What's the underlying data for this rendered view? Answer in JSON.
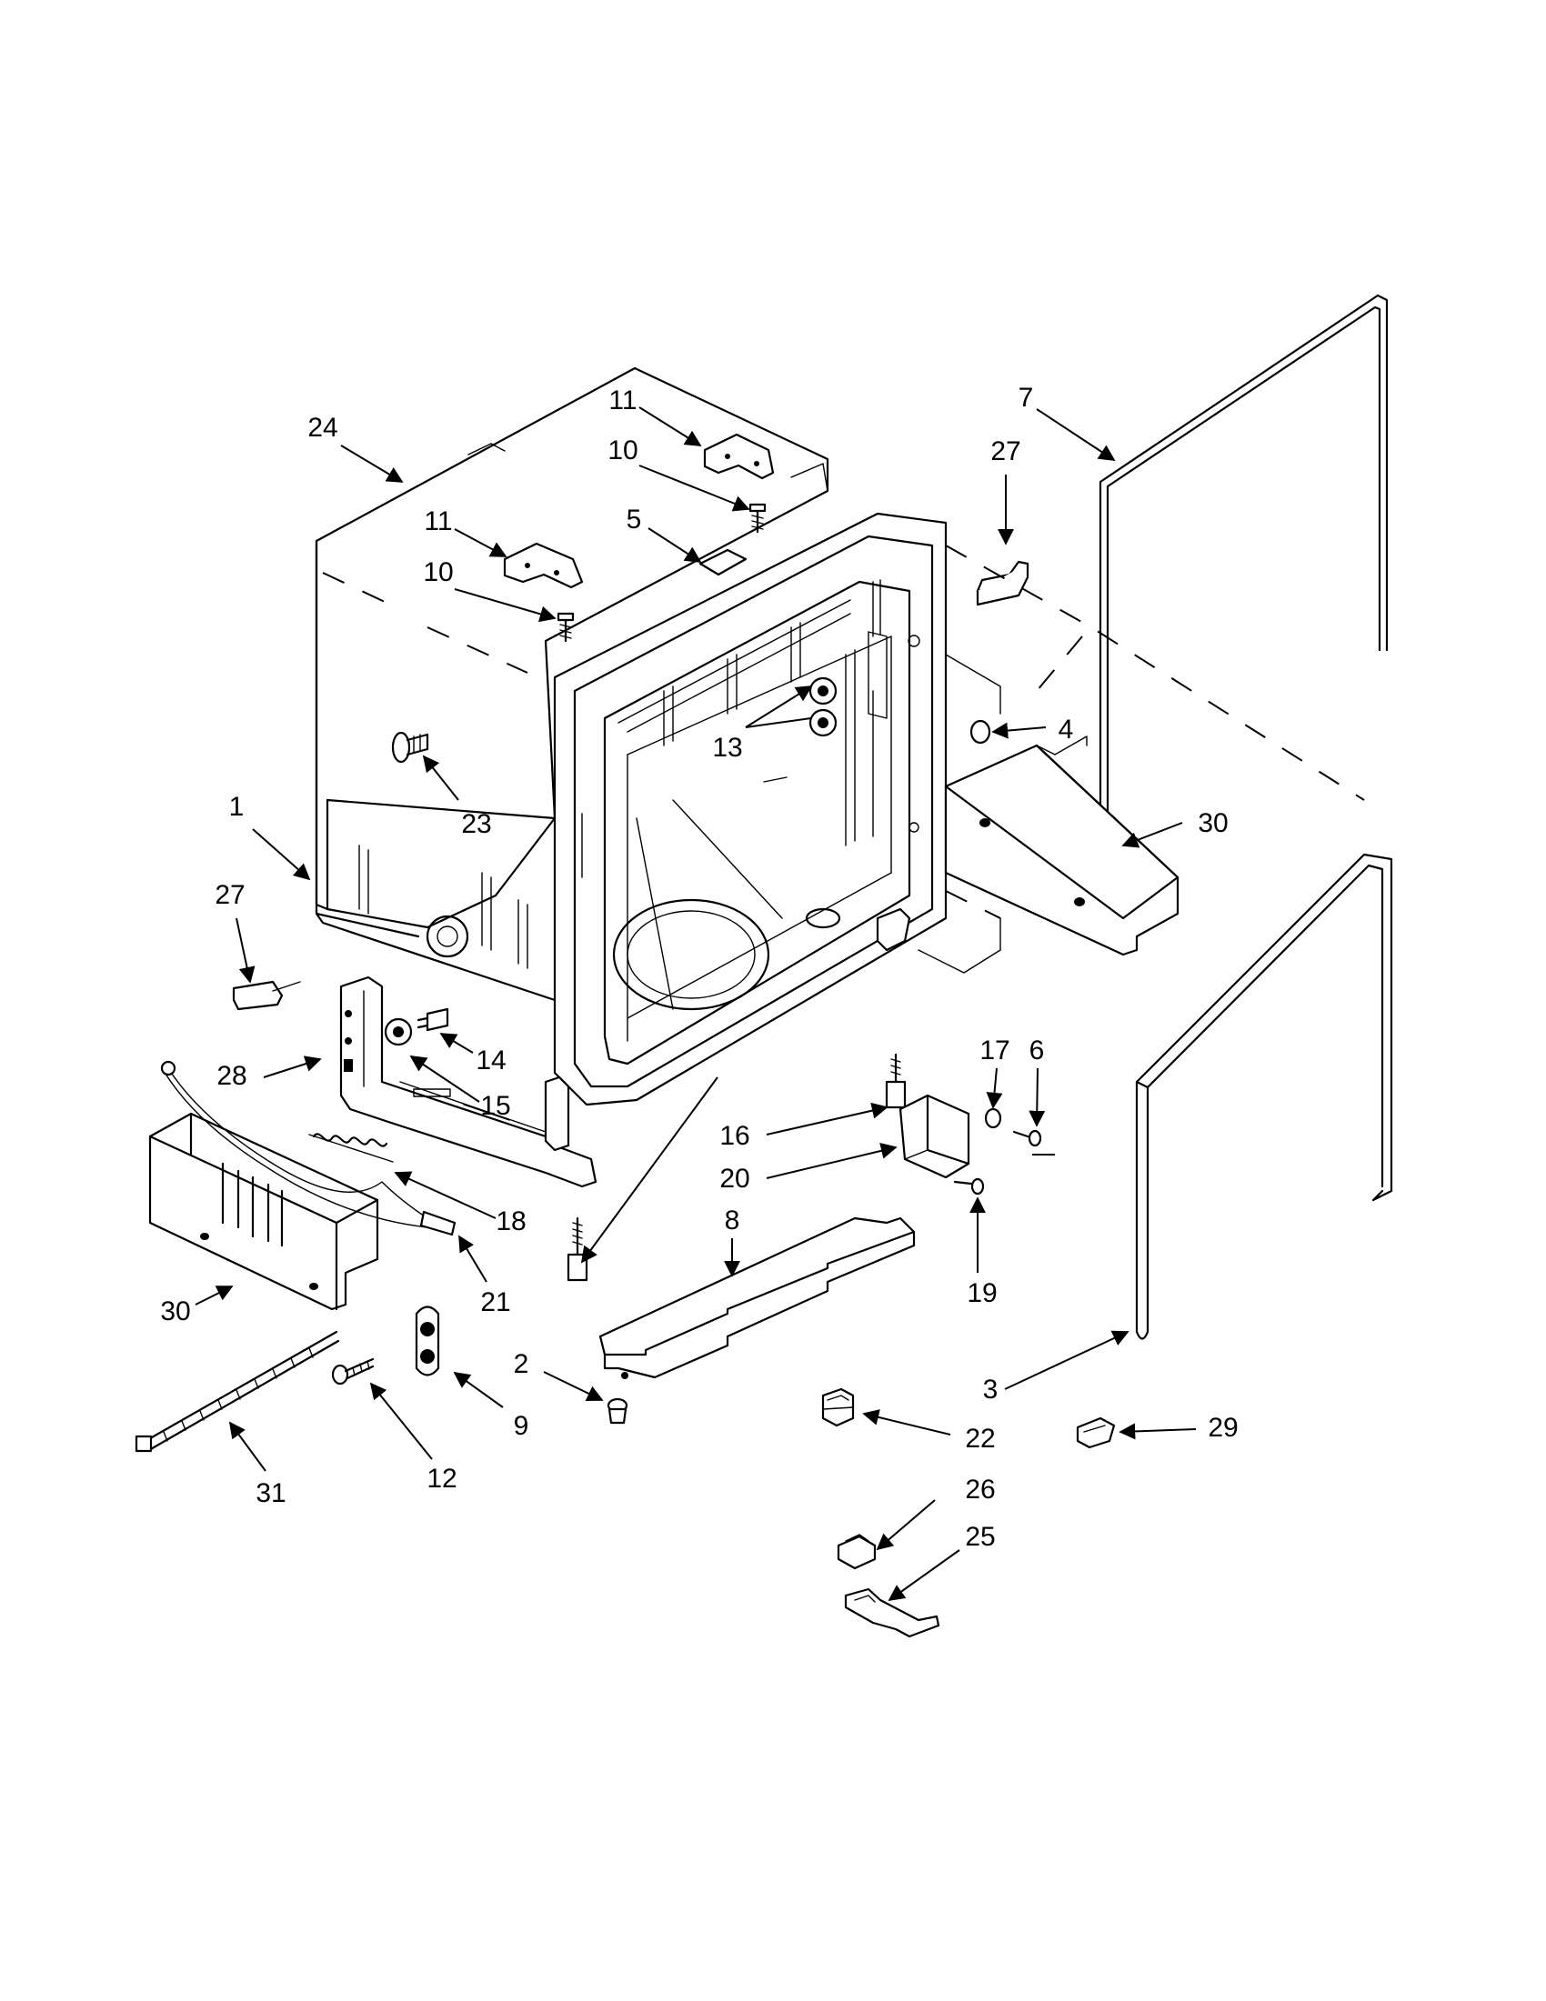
{
  "diagram": {
    "callouts": [
      {
        "id": "c24",
        "label": "24"
      },
      {
        "id": "c11a",
        "label": "11"
      },
      {
        "id": "c10a",
        "label": "10"
      },
      {
        "id": "c5",
        "label": "5"
      },
      {
        "id": "c11b",
        "label": "11"
      },
      {
        "id": "c10b",
        "label": "10"
      },
      {
        "id": "c7",
        "label": "7"
      },
      {
        "id": "c27a",
        "label": "27"
      },
      {
        "id": "c13",
        "label": "13"
      },
      {
        "id": "c4",
        "label": "4"
      },
      {
        "id": "c23",
        "label": "23"
      },
      {
        "id": "c1",
        "label": "1"
      },
      {
        "id": "c30a",
        "label": "30"
      },
      {
        "id": "c27b",
        "label": "27"
      },
      {
        "id": "c14",
        "label": "14"
      },
      {
        "id": "c28",
        "label": "28"
      },
      {
        "id": "c15",
        "label": "15"
      },
      {
        "id": "c17",
        "label": "17"
      },
      {
        "id": "c6",
        "label": "6"
      },
      {
        "id": "c16",
        "label": "16"
      },
      {
        "id": "c20",
        "label": "20"
      },
      {
        "id": "c18",
        "label": "18"
      },
      {
        "id": "c8",
        "label": "8"
      },
      {
        "id": "c19",
        "label": "19"
      },
      {
        "id": "c21",
        "label": "21"
      },
      {
        "id": "c30b",
        "label": "30"
      },
      {
        "id": "c2",
        "label": "2"
      },
      {
        "id": "c3",
        "label": "3"
      },
      {
        "id": "c9",
        "label": "9"
      },
      {
        "id": "c22",
        "label": "22"
      },
      {
        "id": "c29",
        "label": "29"
      },
      {
        "id": "c31",
        "label": "31"
      },
      {
        "id": "c12",
        "label": "12"
      },
      {
        "id": "c26",
        "label": "26"
      },
      {
        "id": "c25",
        "label": "25"
      }
    ]
  }
}
